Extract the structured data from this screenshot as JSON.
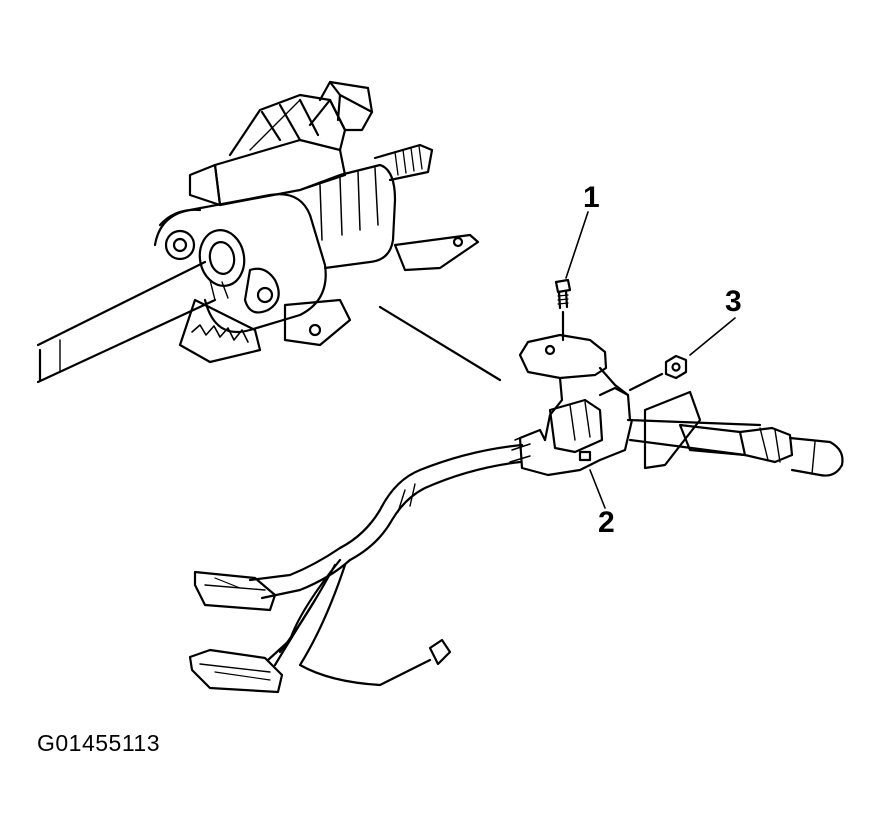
{
  "diagram": {
    "callouts": [
      {
        "id": "1",
        "label": "1"
      },
      {
        "id": "2",
        "label": "2"
      },
      {
        "id": "3",
        "label": "3"
      }
    ],
    "figure_id": "G01455113",
    "colors": {
      "line": "#000000",
      "background": "#ffffff"
    }
  }
}
